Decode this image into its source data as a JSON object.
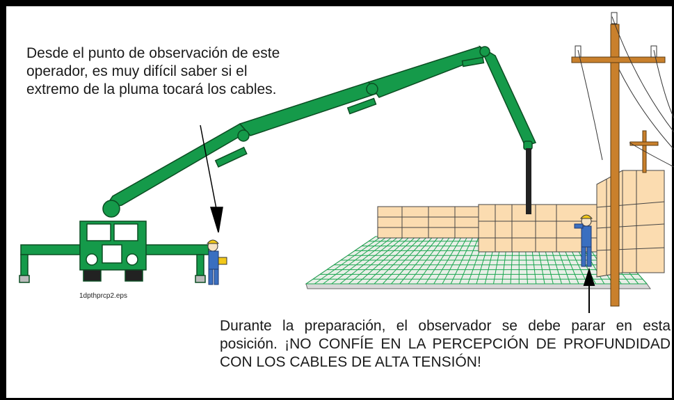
{
  "captions": {
    "operator_note": "Desde el punto de observación de este operador, es muy difícil saber si el extremo de la pluma tocará los cables.",
    "spotter_note": "Durante la preparación, el observador se debe parar en esta posición. ¡NO CONFÍE EN LA PERCEPCIÓN DE PROFUNDIDAD CON LOS CABLES DE ALTA TENSIÓN!"
  },
  "file_label": "1dpthprcp2.eps",
  "colors": {
    "truck_green": "#159a4a",
    "grid_green": "#1aa64f",
    "pole_brown": "#c9802c",
    "formwork_tan": "#fbdcb0",
    "worker_blue": "#3a6fc0",
    "hardhat_yellow": "#f2c81a"
  },
  "icons": [
    "concrete-pump-truck",
    "boom-arm",
    "operator-worker",
    "spotter-worker",
    "utility-pole",
    "power-lines",
    "rebar-grid",
    "formwork-walls",
    "pointer-arrow"
  ]
}
